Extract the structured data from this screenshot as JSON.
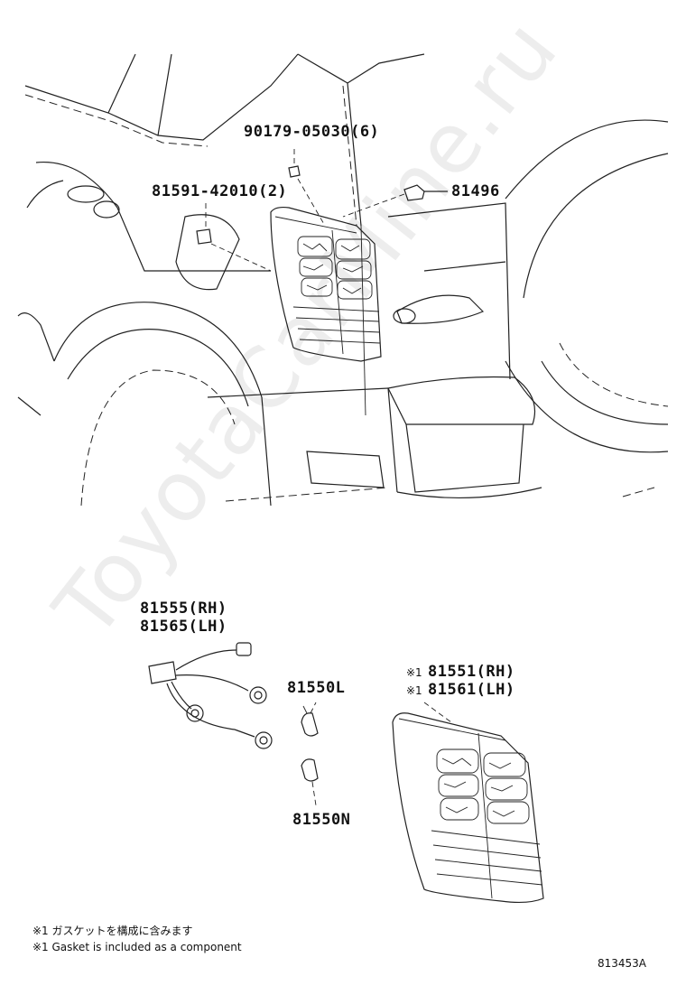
{
  "watermark": "ToyotaCarMine.ru",
  "parts": {
    "clip": "90179-05030(6)",
    "retainer": "81591-42010(2)",
    "socket": "81496",
    "wire_rh": "81555(RH)",
    "wire_lh": "81565(LH)",
    "bulb_l": "81550L",
    "bulb_n": "81550N",
    "lamp_rh": "81551(RH)",
    "lamp_lh": "81561(LH)",
    "lamp_rh_mark": "※1",
    "lamp_lh_mark": "※1"
  },
  "notes": {
    "jp": "※1 ガスケットを構成に含みます",
    "en": "※1 Gasket is included as a component"
  },
  "figure_code": "813453A"
}
